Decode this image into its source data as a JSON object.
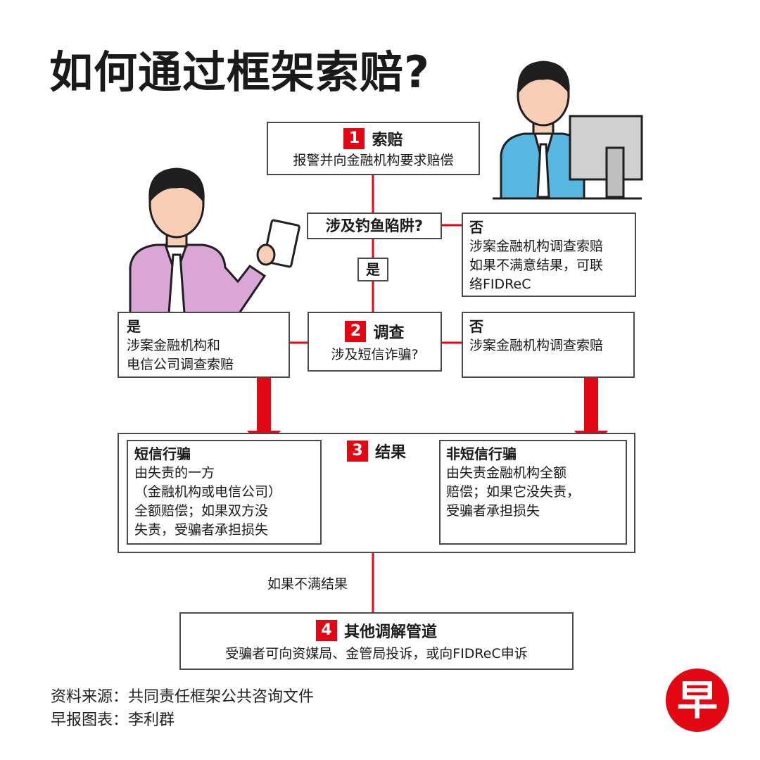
{
  "title": "如何通过框架索赔?",
  "step1": {
    "num": "1",
    "title": "索赔",
    "desc": "报警并向金融机构要求赔偿"
  },
  "question1": {
    "label": "涉及钓鱼陷阱?",
    "yes_label": "是",
    "no": {
      "head": "否",
      "lines": [
        "涉案金融机构调查索赔",
        "如果不满意结果，可联",
        "络FIDReC"
      ]
    }
  },
  "step2": {
    "num": "2",
    "title": "调查",
    "desc": "涉及短信诈骗?",
    "yes": {
      "head": "是",
      "lines": [
        "涉案金融机构和",
        "电信公司调查索赔"
      ]
    },
    "no": {
      "head": "否",
      "lines": [
        "涉案金融机构调查索赔"
      ]
    }
  },
  "step3": {
    "num": "3",
    "title": "结果",
    "sms": {
      "head": "短信行骗",
      "lines": [
        "由失责的一方",
        "（金融机构或电信公司）",
        "全额赔偿；如果双方没",
        "失责，受骗者承担损失"
      ]
    },
    "non_sms": {
      "head": "非短信行骗",
      "lines": [
        "由失责金融机构全额",
        "赔偿；如果它没失责，",
        "受骗者承担损失"
      ]
    }
  },
  "connector_label": "如果不满结果",
  "step4": {
    "num": "4",
    "title": "其他调解管道",
    "desc": "受骗者可向资媒局、金管局投诉，或向FIDReC申诉"
  },
  "source": "资料来源：共同责任框架公共咨询文件",
  "credit": "早报图表：李利群",
  "logo_char": "早",
  "colors": {
    "accent": "#e30613",
    "blue_shirt": "#57b7e0",
    "purple_shirt": "#d9a6d6",
    "skin": "#f7cdb5",
    "hair": "#1f1f1f"
  }
}
